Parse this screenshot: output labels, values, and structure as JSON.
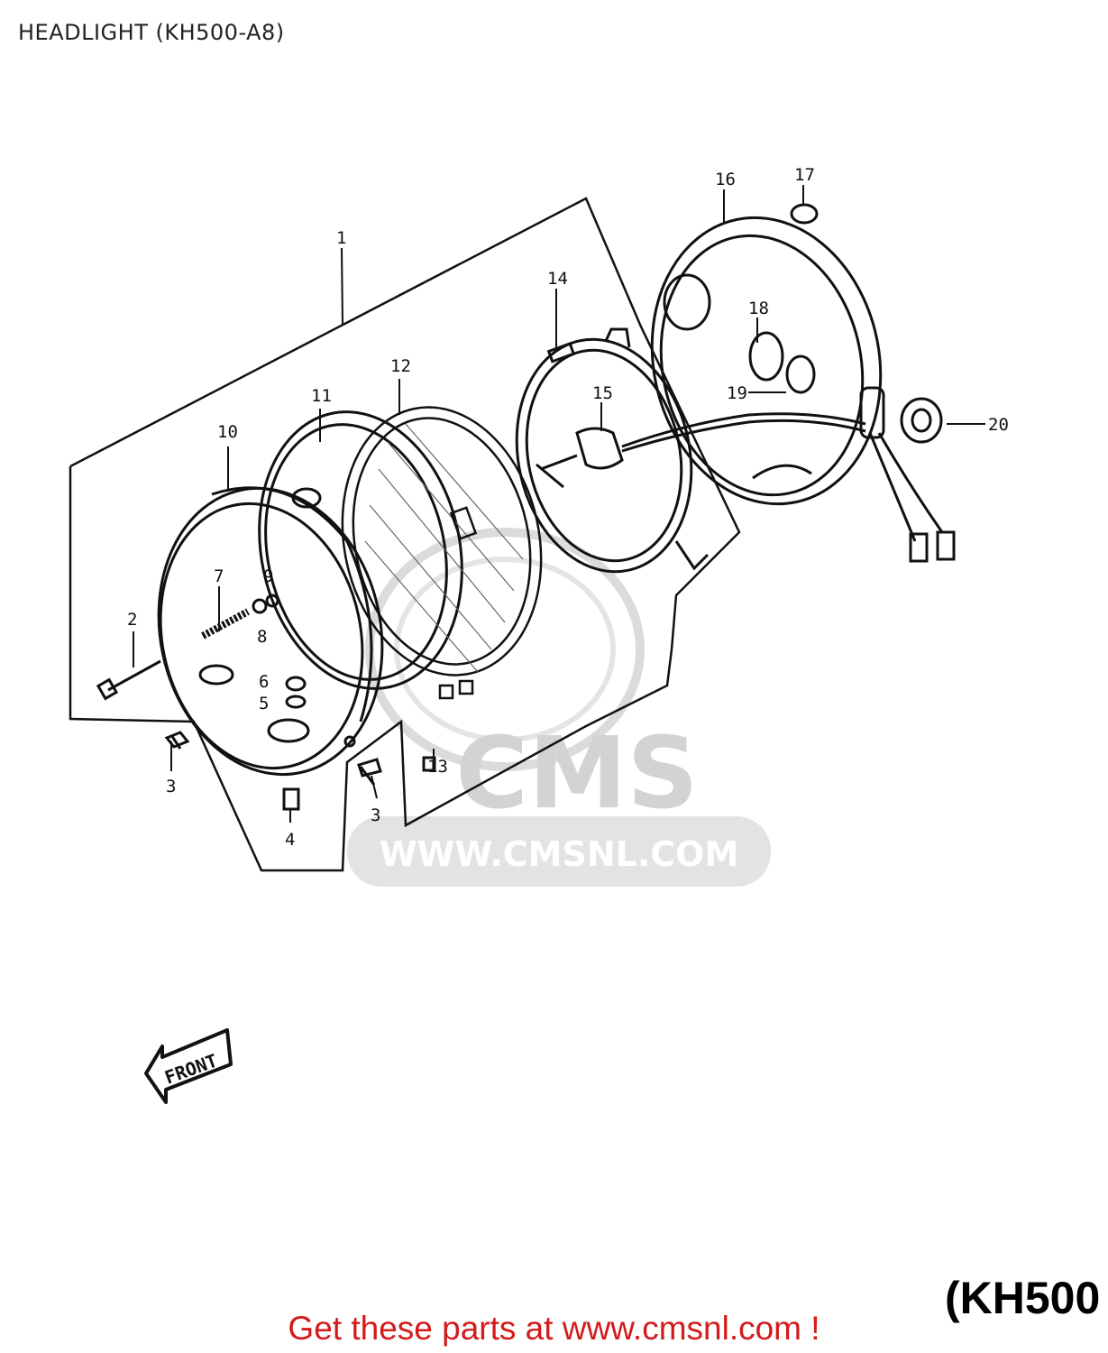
{
  "title": "HEADLIGHT (KH500-A8)",
  "callouts": [
    "1",
    "2",
    "3",
    "3",
    "4",
    "5",
    "6",
    "7",
    "8",
    "9",
    "10",
    "11",
    "12",
    "13",
    "14",
    "15",
    "16",
    "17",
    "18",
    "19",
    "20"
  ],
  "front_label": "FRONT",
  "model_code": "(KH500",
  "watermark": {
    "brand": "CMS",
    "url": "WWW.CMSNL.COM"
  },
  "promo_link": "Get these parts at www.cmsnl.com !",
  "colors": {
    "line": "#111111",
    "watermark": "#cfcfcf",
    "promo": "#d41a1a"
  }
}
